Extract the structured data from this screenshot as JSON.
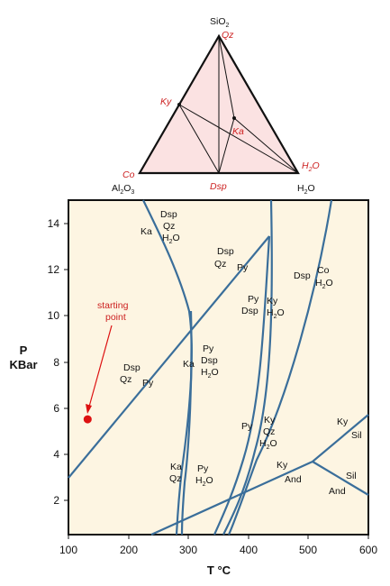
{
  "ternary": {
    "apex_top": "SiO",
    "apex_top_sub": "2",
    "apex_top_phase": "Qz",
    "apex_left": "Al",
    "apex_left_sub1": "2",
    "apex_left_mid": "O",
    "apex_left_sub2": "3",
    "apex_left_phase": "Co",
    "apex_right": "H",
    "apex_right_sub": "2",
    "apex_right_tail": "O",
    "apex_right_phase": "H",
    "apex_right_phase_sub": "2",
    "apex_right_phase_tail": "O",
    "phase_ky": "Ky",
    "phase_ka": "Ka",
    "phase_dsp": "Dsp",
    "colors": {
      "fill": "#fbe2e2",
      "edge": "#111111",
      "label": "#cc1f1f"
    }
  },
  "plot": {
    "ylabel_line1": "P",
    "ylabel_line2": "KBar",
    "xlabel": "T °C",
    "x_ticks": [
      "100",
      "200",
      "300",
      "400",
      "500",
      "600"
    ],
    "y_ticks": [
      "2",
      "4",
      "6",
      "8",
      "10",
      "12",
      "14"
    ],
    "xlim": [
      100,
      600
    ],
    "ylim": [
      0.5,
      15
    ],
    "annotation_line1": "starting",
    "annotation_line2": "point",
    "starting_point": {
      "T": 132,
      "P": 5.5
    },
    "colors": {
      "background": "#fdf5e2",
      "curve": "#3a6e9a",
      "marker": "#dd1111"
    },
    "fields": {
      "ka_dsp_qz_h2o": {
        "l1": "Dsp",
        "l2": "Qz",
        "l3a": "H",
        "l3b": "2",
        "l3c": "O",
        "l0": "Ka"
      },
      "dsp_qz_py_top": {
        "l1": "Dsp",
        "l2": "Qz",
        "l3": "Py"
      },
      "dsp_co_h2o": {
        "l1": "Dsp",
        "l2": "Co",
        "l3a": "H",
        "l3b": "2",
        "l3c": "O"
      },
      "py_ky_dsp_h2o": {
        "l1": "Py",
        "l2": "Ky",
        "l3": "Dsp",
        "l4a": "H",
        "l4b": "2",
        "l4c": "O"
      },
      "dsp_qz_py_left": {
        "l1": "Dsp",
        "l2": "Qz",
        "l3": "Py"
      },
      "ka_py_dsp_h2o": {
        "l0": "Ka",
        "l1": "Py",
        "l2": "Dsp",
        "l3a": "H",
        "l3b": "2",
        "l3c": "O"
      },
      "py_ky_qz_h2o": {
        "l0": "Py",
        "l1": "Ky",
        "l2": "Qz",
        "l3a": "H",
        "l3b": "2",
        "l3c": "O"
      },
      "ka_qz_py_h2o": {
        "l1": "Ka",
        "l2": "Qz",
        "l3": "Py",
        "l4a": "H",
        "l4b": "2",
        "l4c": "O"
      },
      "ky_and": {
        "l1": "Ky",
        "l2": "And"
      },
      "ky_sil": {
        "l1": "Ky",
        "l2": "Sil"
      },
      "sil_and": {
        "l1": "Sil",
        "l2": "And"
      }
    }
  }
}
